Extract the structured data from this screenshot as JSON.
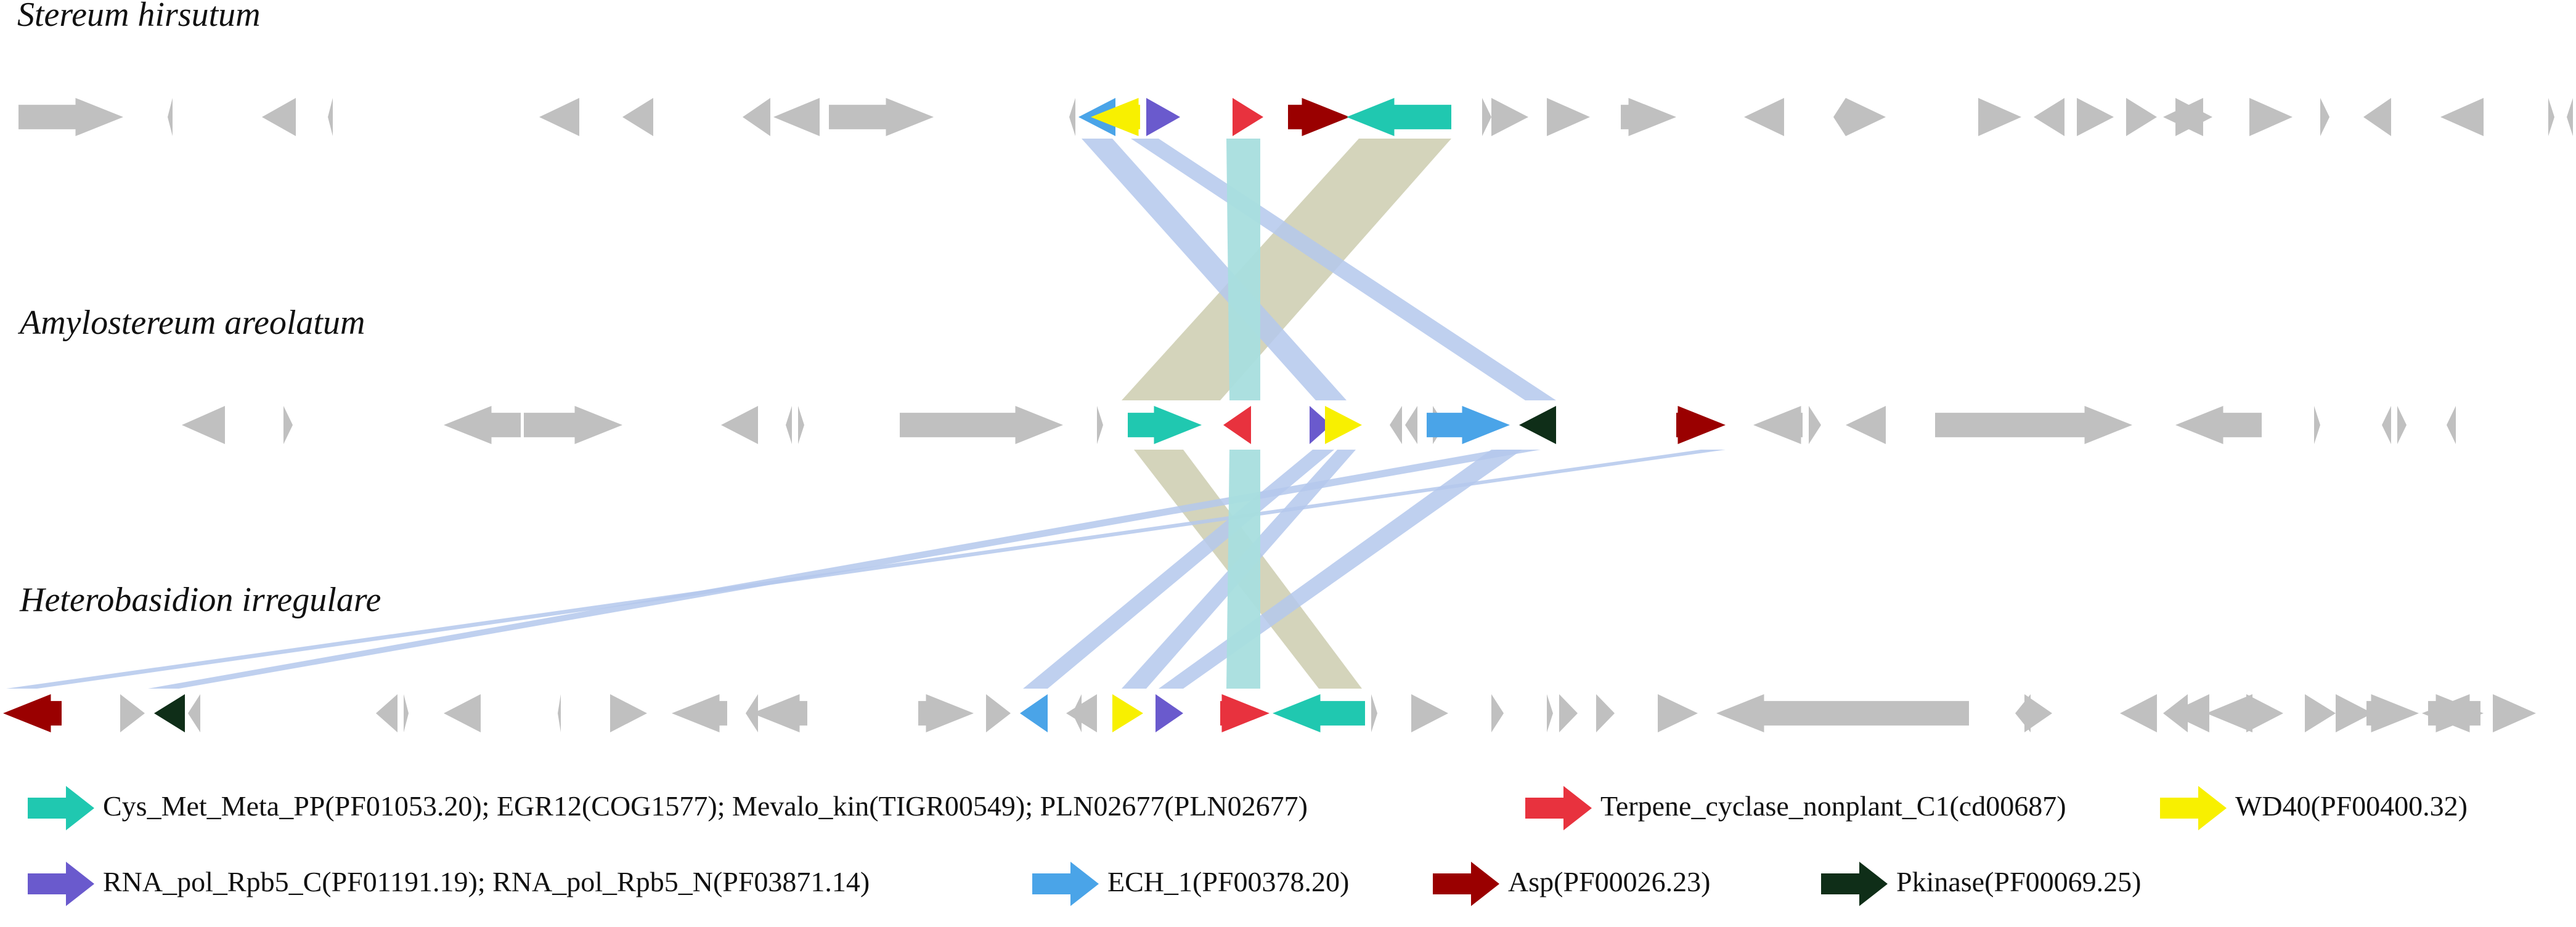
{
  "species": [
    {
      "name": "Stereum hirsutum"
    },
    {
      "name": "Amylostereum areolatum"
    },
    {
      "name": "Heterobasidion irregulare"
    }
  ],
  "colors": {
    "background_gene": "#c0c0c0",
    "homology_link": "#b4c8ec",
    "homology_link_inverted": "#cfcfb4",
    "homology_link_terpene": "#a8dede",
    "cys_met": "#20c8b0",
    "terpene": "#e8323e",
    "wd40": "#f8f000",
    "rna_pol": "#6a5acd",
    "ech": "#4aa4e8",
    "asp": "#9a0000",
    "pkinase": "#0f2e18"
  },
  "legend": [
    {
      "key": "cys_met",
      "icon": "teal-arrow-icon",
      "label": "Cys_Met_Meta_PP(PF01053.20); EGR12(COG1577); Mevalo_kin(TIGR00549); PLN02677(PLN02677)"
    },
    {
      "key": "terpene",
      "icon": "red-arrow-icon",
      "label": "Terpene_cyclase_nonplant_C1(cd00687)"
    },
    {
      "key": "wd40",
      "icon": "yellow-arrow-icon",
      "label": "WD40(PF00400.32)"
    },
    {
      "key": "rna_pol",
      "icon": "purple-arrow-icon",
      "label": "RNA_pol_Rpb5_C(PF01191.19); RNA_pol_Rpb5_N(PF03871.14)"
    },
    {
      "key": "ech",
      "icon": "blue-arrow-icon",
      "label": "ECH_1(PF00378.20)"
    },
    {
      "key": "asp",
      "icon": "darkred-arrow-icon",
      "label": "Asp(PF00026.23)"
    },
    {
      "key": "pkinase",
      "icon": "darkgreen-arrow-icon",
      "label": "Pkinase(PF00069.25)"
    }
  ]
}
